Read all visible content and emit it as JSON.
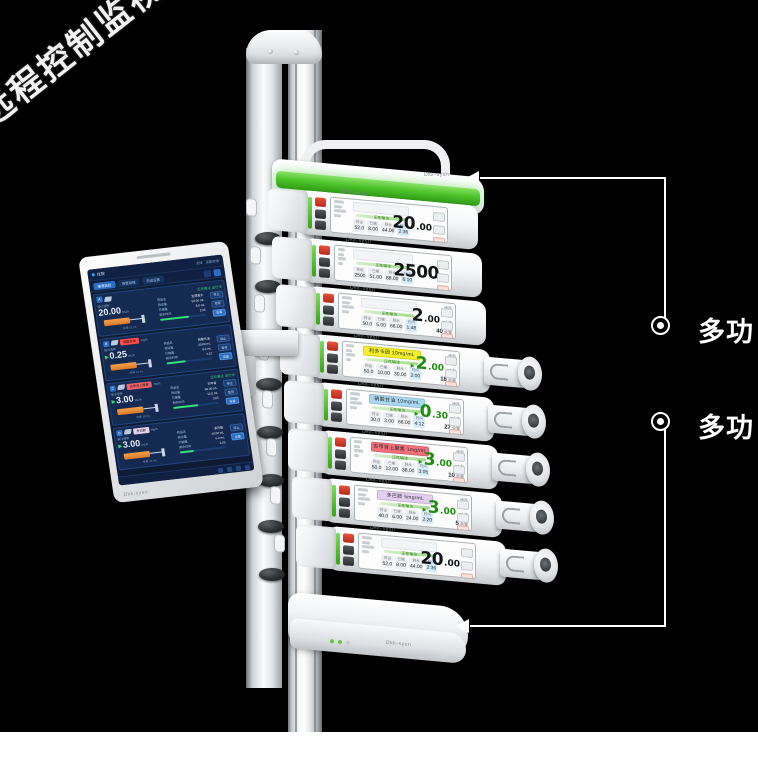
{
  "headline": {
    "text": "远程控制监视器"
  },
  "callouts": [
    {
      "id": "top",
      "bullet_icon": "target-dot-icon",
      "label": "多功"
    },
    {
      "id": "bottom",
      "bullet_icon": "target-dot-icon",
      "label": "多功"
    }
  ],
  "brand": {
    "top_unit": "Dkk-sysn",
    "dock": "Dkk-sysn",
    "tablet": "Dkk-sysn",
    "pump": "Dkk-sysn"
  },
  "tablet": {
    "topbar": {
      "title": "住院",
      "right_a": "无线",
      "right_b": "设置/状态"
    },
    "tabs": [
      {
        "label": "输液监控",
        "active": true
      },
      {
        "label": "报警管理",
        "active": false
      },
      {
        "label": "药品设置",
        "active": false
      }
    ],
    "tab_icons": [
      "search-icon",
      "grid-icon"
    ],
    "channels": [
      {
        "badge": "A",
        "icon": "syringe-icon",
        "drug": "",
        "drug_color": "#ffffff",
        "unit": "",
        "status": "正在输注 运行中",
        "rate_label": "输注速率",
        "rate_value": "20.00",
        "rate_unit": "mL/h",
        "caret": "",
        "footer": "余量 52 mL",
        "rows": [
          {
            "k": "药品名",
            "v": "生理盐水"
          },
          {
            "k": "预设量",
            "v": "52.00 mL"
          },
          {
            "k": "已输量",
            "v": "8.0 mL"
          },
          {
            "k": "剩余时间",
            "v": "2:36"
          }
        ],
        "progress": 62,
        "buttons": [
          "停止",
          "暂停",
          "设置"
        ]
      },
      {
        "badge": "B",
        "icon": "syringe-icon",
        "drug": "硝酸甘油",
        "drug_color": "#ff4d4d",
        "unit": "mg/h",
        "status": "",
        "rate_label": "输注速率",
        "rate_value": "0.25",
        "rate_unit": "mL/h",
        "caret": "▸",
        "footer": "余量 21 mL",
        "rows": [
          {
            "k": "药品名",
            "v": "硝酸甘油"
          },
          {
            "k": "预设量",
            "v": "30.00 mL"
          },
          {
            "k": "已输量",
            "v": "9.0 mL"
          },
          {
            "k": "剩余时间",
            "v": "4:12"
          }
        ],
        "progress": 40,
        "buttons": [
          "停止",
          "暂停",
          "设置"
        ]
      },
      {
        "badge": "C",
        "icon": "syringe-icon",
        "drug": "去甲肾上腺素",
        "drug_color": "#f2616a",
        "unit": "mg/h",
        "status": "正在输注 运行中",
        "rate_label": "输注速率",
        "rate_value": "3.00",
        "rate_unit": "mL/h",
        "caret": "▸",
        "footer": "余量 18 mL",
        "rows": [
          {
            "k": "药品名",
            "v": "去甲肾"
          },
          {
            "k": "预设量",
            "v": "50.00 mL"
          },
          {
            "k": "已输量",
            "v": "12.0 mL"
          },
          {
            "k": "剩余时间",
            "v": "3:05"
          }
        ],
        "progress": 55,
        "buttons": [
          "停止",
          "暂停",
          "设置"
        ]
      },
      {
        "badge": "D",
        "icon": "syringe-icon",
        "drug": "多巴胺",
        "drug_color": "#e6d4ef",
        "unit": "mg/h",
        "status": "",
        "rate_label": "输注速率",
        "rate_value": "3.00",
        "rate_unit": "mL/h",
        "caret": "▸",
        "footer": "余量 14 mL",
        "rows": [
          {
            "k": "药品名",
            "v": "多巴胺"
          },
          {
            "k": "预设量",
            "v": "40.00 mL"
          },
          {
            "k": "已输量",
            "v": "6.0 mL"
          },
          {
            "k": "剩余时间",
            "v": "2:20"
          }
        ],
        "progress": 30,
        "buttons": [
          "停止",
          "设置"
        ]
      }
    ]
  },
  "pump_stack": {
    "status_bar_color": "#4fc52b",
    "leds": [
      "#5ec93a",
      "#5ec93a",
      "#5ec93a",
      "#5ec93a"
    ],
    "pumps": [
      {
        "drug": "",
        "drug_color": "",
        "rate_unit_label": "速率",
        "int": "20",
        "dec": ".00",
        "uom": "mL/h",
        "big_green": false,
        "sub_label": "",
        "sub_value": "",
        "progress_text": "正在输注",
        "stats": [
          {
            "k": "预设",
            "v": "52.0"
          },
          {
            "k": "已输",
            "v": "8.00"
          },
          {
            "k": "剩余",
            "v": "44.00"
          },
          {
            "k": "时间",
            "v": "2:36"
          }
        ],
        "has_syringe": false
      },
      {
        "drug": "",
        "drug_color": "",
        "rate_unit_label": "总量",
        "int": "2500",
        "dec": "",
        "uom": "mL",
        "big_green": false,
        "sub_label": "",
        "sub_value": "",
        "progress_text": "正在输注",
        "stats": [
          {
            "k": "预设",
            "v": "2500"
          },
          {
            "k": "已输",
            "v": "51.00"
          },
          {
            "k": "剩余",
            "v": "88.00"
          },
          {
            "k": "时间",
            "v": "6:10"
          }
        ],
        "has_syringe": false
      },
      {
        "drug": "",
        "drug_color": "",
        "rate_unit_label": "速率",
        "int": "2",
        "dec": ".00",
        "uom": "mL/h",
        "big_green": false,
        "sub_label": "余量",
        "sub_value": "40",
        "progress_text": "正在输注",
        "stats": [
          {
            "k": "预设",
            "v": "50.0"
          },
          {
            "k": "已输",
            "v": "5.00"
          },
          {
            "k": "剩余",
            "v": "66.00"
          },
          {
            "k": "时间",
            "v": "1:48"
          }
        ],
        "has_syringe": false
      },
      {
        "drug": "利多卡因 10mg/mL",
        "drug_color": "#f5ee2a",
        "rate_unit_label": "速率",
        "int": "2",
        "dec": ".00",
        "uom": "mL/h",
        "big_green": true,
        "sub_label": "余量",
        "sub_value": "18",
        "progress_text": "正在输注",
        "stats": [
          {
            "k": "预设",
            "v": "50.0"
          },
          {
            "k": "已输",
            "v": "10.00"
          },
          {
            "k": "剩余",
            "v": "30.00"
          },
          {
            "k": "时间",
            "v": "2:00"
          }
        ],
        "has_syringe": true
      },
      {
        "drug": "硝酸甘油 10mg/mL",
        "drug_color": "#a8d8f0",
        "rate_unit_label": "速率",
        "int": "0",
        "dec": ".30",
        "uom": "mL/h",
        "big_green": true,
        "sub_label": "余量",
        "sub_value": "27",
        "progress_text": "正在输注",
        "stats": [
          {
            "k": "预设",
            "v": "30.0"
          },
          {
            "k": "已输",
            "v": "3.00"
          },
          {
            "k": "剩余",
            "v": "66.00"
          },
          {
            "k": "时间",
            "v": "4:12"
          }
        ],
        "has_syringe": true
      },
      {
        "drug": "去甲肾上腺素 1mg/mL",
        "drug_color": "#f2717a",
        "rate_unit_label": "速率",
        "int": "3",
        "dec": ".00",
        "uom": "mL/h",
        "big_green": true,
        "sub_label": "余量",
        "sub_value": "10",
        "progress_text": "正在输注",
        "stats": [
          {
            "k": "预设",
            "v": "50.0"
          },
          {
            "k": "已输",
            "v": "12.00"
          },
          {
            "k": "剩余",
            "v": "38.00"
          },
          {
            "k": "时间",
            "v": "3:05"
          }
        ],
        "has_syringe": true
      },
      {
        "drug": "多巴胺 5mg/mL",
        "drug_color": "#e3cdf0",
        "rate_unit_label": "速率",
        "int": "3",
        "dec": ".00",
        "uom": "mL/h",
        "big_green": true,
        "sub_label": "余量",
        "sub_value": "5",
        "progress_text": "正在输注",
        "stats": [
          {
            "k": "预设",
            "v": "40.0"
          },
          {
            "k": "已输",
            "v": "6.00"
          },
          {
            "k": "剩余",
            "v": "24.00"
          },
          {
            "k": "时间",
            "v": "2:20"
          }
        ],
        "has_syringe": true
      },
      {
        "drug": "",
        "drug_color": "",
        "rate_unit_label": "速率",
        "int": "20",
        "dec": ".00",
        "uom": "mL/h",
        "big_green": false,
        "sub_label": "",
        "sub_value": "",
        "progress_text": "正在输注",
        "stats": [
          {
            "k": "预设",
            "v": "52.0"
          },
          {
            "k": "已输",
            "v": "8.00"
          },
          {
            "k": "剩余",
            "v": "44.00"
          },
          {
            "k": "时间",
            "v": "2:36"
          }
        ],
        "has_syringe": true
      }
    ]
  },
  "dock": {
    "leds": [
      "#5ec93a",
      "#5ec93a",
      "#c8ccd0"
    ]
  }
}
